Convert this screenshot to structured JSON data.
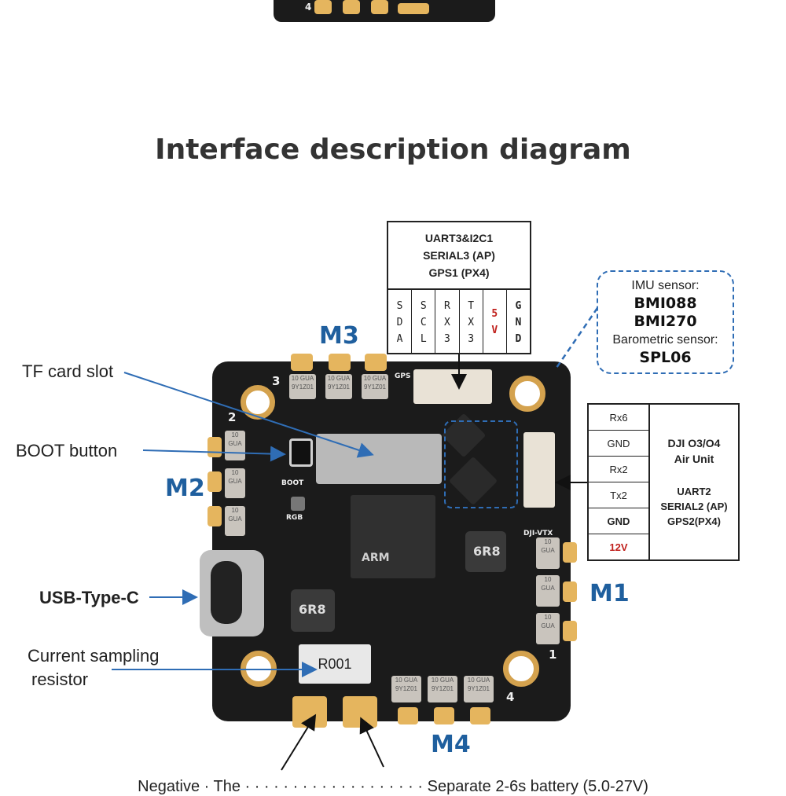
{
  "title": "Interface description diagram",
  "labels": {
    "tf_card": "TF card slot",
    "boot_button": "BOOT button",
    "usb": "USB-Type-C",
    "current_line1": "Current sampling",
    "current_line2": "resistor"
  },
  "motors": {
    "m1": "M1",
    "m2": "M2",
    "m3": "M3",
    "m4": "M4"
  },
  "uart3": {
    "line1": "UART3&I2C1",
    "line2": "SERIAL3 (AP)",
    "line3": "GPS1 (PX4)",
    "pins": [
      {
        "chars": [
          "S",
          "D",
          "A"
        ]
      },
      {
        "chars": [
          "S",
          "C",
          "L"
        ]
      },
      {
        "chars": [
          "R",
          "X",
          "3"
        ]
      },
      {
        "chars": [
          "T",
          "X",
          "3"
        ]
      },
      {
        "chars": [
          "5",
          "V"
        ]
      },
      {
        "chars": [
          "G",
          "N",
          "D"
        ]
      }
    ]
  },
  "imu": {
    "line1": "IMU sensor:",
    "line2": "BMI088",
    "line3": "BMI270",
    "line4": "Barometric sensor:",
    "line5": "SPL06"
  },
  "dji": {
    "pins": [
      "Rx6",
      "GND",
      "Rx2",
      "Tx2",
      "GND",
      "12V"
    ],
    "title_line1": "DJI O3/O4",
    "title_line2": "Air Unit",
    "line3": "UART2",
    "line4": "SERIAL2 (AP)",
    "line5": "GPS2(PX4)"
  },
  "board_silk": {
    "n1": "1",
    "n2": "2",
    "n3": "3",
    "n4": "4",
    "n4_top": "4",
    "gps": "GPS",
    "boot": "BOOT",
    "rgb": "RGB",
    "dji_vtx": "DJI-VTX",
    "resistor": "R001",
    "inductor1": "6R8",
    "inductor2": "6R8",
    "mcu_brand": "ARM"
  },
  "bottom_text": "Negative · The · · · · · · · · · · · · · · · · · · · Separate 2-6s battery (5.0-27V)",
  "colors": {
    "accent_blue": "#1f5f9e",
    "arrow_blue": "#2f6db5",
    "red": "#c0201c"
  }
}
